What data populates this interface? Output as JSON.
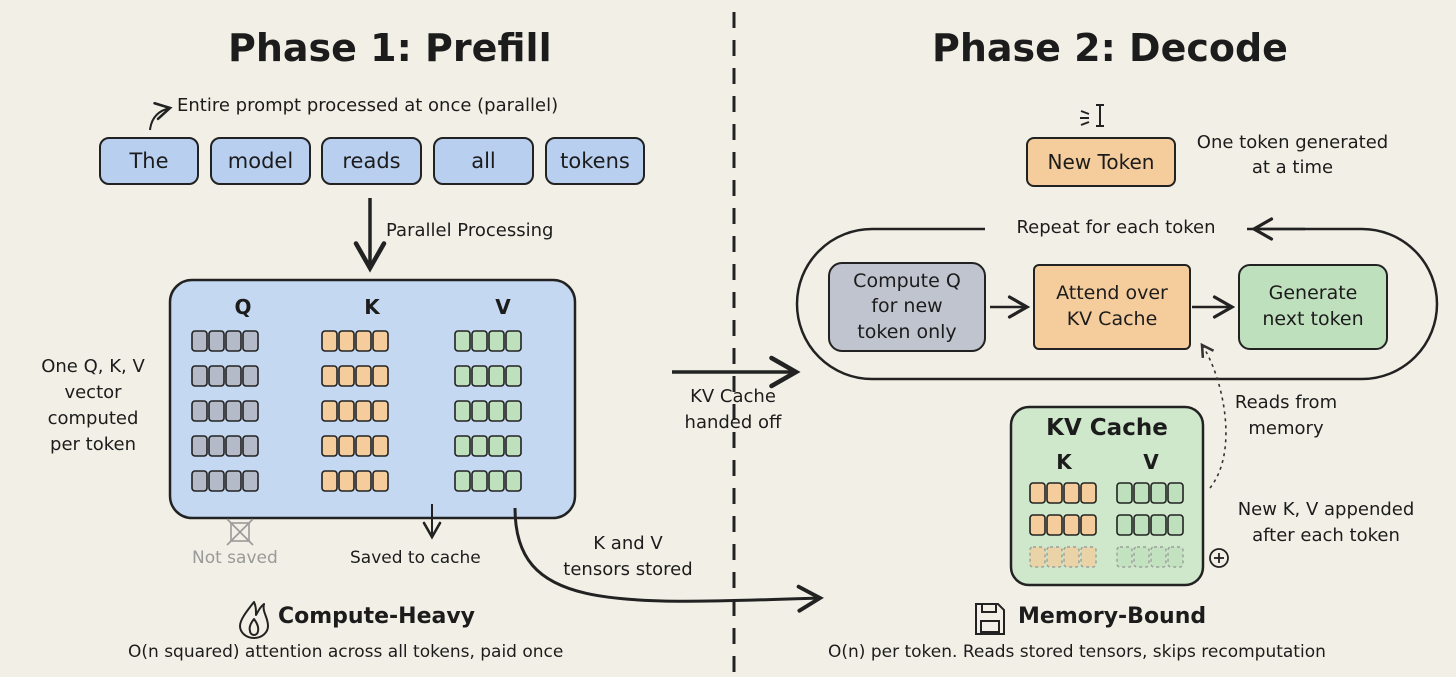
{
  "prefill": {
    "title": "Phase 1: Prefill",
    "prompt_note": "Entire prompt processed at once (parallel)",
    "tokens": [
      "The",
      "model",
      "reads",
      "all",
      "tokens"
    ],
    "arrow_label": "Parallel Processing",
    "matrix_headers": [
      "Q",
      "K",
      "V"
    ],
    "side_note": [
      "One Q, K, V",
      "vector",
      "computed",
      "per token"
    ],
    "not_saved": "Not saved",
    "saved_to_cache": "Saved to cache",
    "stored_note": [
      "K and V",
      "tensors stored"
    ],
    "footer_title": "Compute-Heavy",
    "footer_desc": "O(n squared) attention across all tokens, paid once"
  },
  "handoff": [
    "KV Cache",
    "handed off"
  ],
  "decode": {
    "title": "Phase 2: Decode",
    "new_token": "New Token",
    "new_token_note": [
      "One token generated",
      "at a time"
    ],
    "loop_label": "Repeat for each token",
    "steps": [
      [
        "Compute Q",
        "for new",
        "token only"
      ],
      [
        "Attend over",
        "KV Cache"
      ],
      [
        "Generate",
        "next token"
      ]
    ],
    "reads_note": [
      "Reads from",
      "memory"
    ],
    "cache_title": "KV Cache",
    "cache_headers": [
      "K",
      "V"
    ],
    "append_note": [
      "New K, V appended",
      "after each token"
    ],
    "footer_title": "Memory-Bound",
    "footer_desc": "O(n) per token. Reads stored tensors, skips recomputation"
  },
  "colors": {
    "background": "#f2f0e6",
    "token_blue": "#b9cff0",
    "panel_blue": "#c5d8f2",
    "q_gray": "#b5bac8",
    "k_orange": "#f5cd9d",
    "v_green": "#bfe0bd",
    "new_token_orange": "#f5cd9d",
    "cache_green": "#cfe8cc"
  },
  "icons": [
    "fire-icon",
    "floppy-disk-icon",
    "text-cursor-icon",
    "crossed-box-icon",
    "plus-circle-icon"
  ]
}
